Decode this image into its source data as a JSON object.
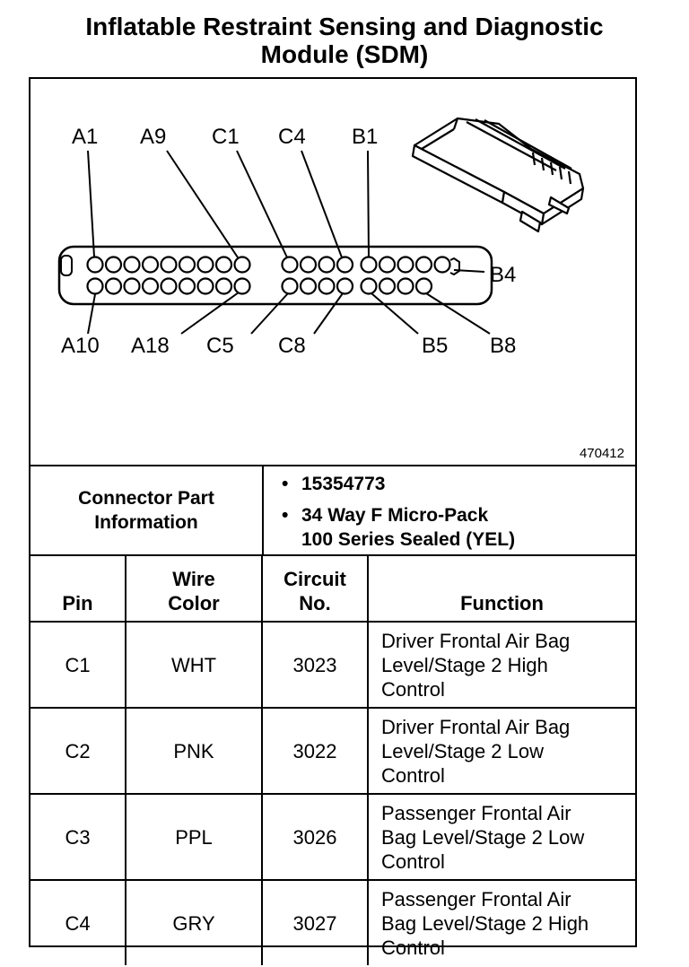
{
  "title_line1": "Inflatable Restraint Sensing and Diagnostic",
  "title_line2": "Module (SDM)",
  "diagram": {
    "labels_top": [
      "A1",
      "A9",
      "C1",
      "C4",
      "B1"
    ],
    "labels_bottom": [
      "A10",
      "A18",
      "C5",
      "C8",
      "B5",
      "B8"
    ],
    "label_right": "B4",
    "figure_id": "470412"
  },
  "connector": {
    "label_line1": "Connector Part",
    "label_line2": "Information",
    "part_number": "15354773",
    "desc_line1": "34 Way F Micro-Pack",
    "desc_line2": "100 Series Sealed (YEL)"
  },
  "table": {
    "headers": {
      "pin": "Pin",
      "wire_line1": "Wire",
      "wire_line2": "Color",
      "circuit_line1": "Circuit",
      "circuit_line2": "No.",
      "function": "Function"
    },
    "rows": [
      {
        "pin": "C1",
        "wire": "WHT",
        "circuit": "3023",
        "f1": "Driver Frontal Air Bag",
        "f2": "Level/Stage 2 High",
        "f3": "Control"
      },
      {
        "pin": "C2",
        "wire": "PNK",
        "circuit": "3022",
        "f1": "Driver Frontal Air Bag",
        "f2": "Level/Stage 2 Low",
        "f3": "Control"
      },
      {
        "pin": "C3",
        "wire": "PPL",
        "circuit": "3026",
        "f1": "Passenger Frontal Air",
        "f2": "Bag Level/Stage 2 Low",
        "f3": "Control"
      },
      {
        "pin": "C4",
        "wire": "GRY",
        "circuit": "3027",
        "f1": "Passenger Frontal Air",
        "f2": "Bag Level/Stage 2 High",
        "f3": "Control"
      }
    ]
  }
}
